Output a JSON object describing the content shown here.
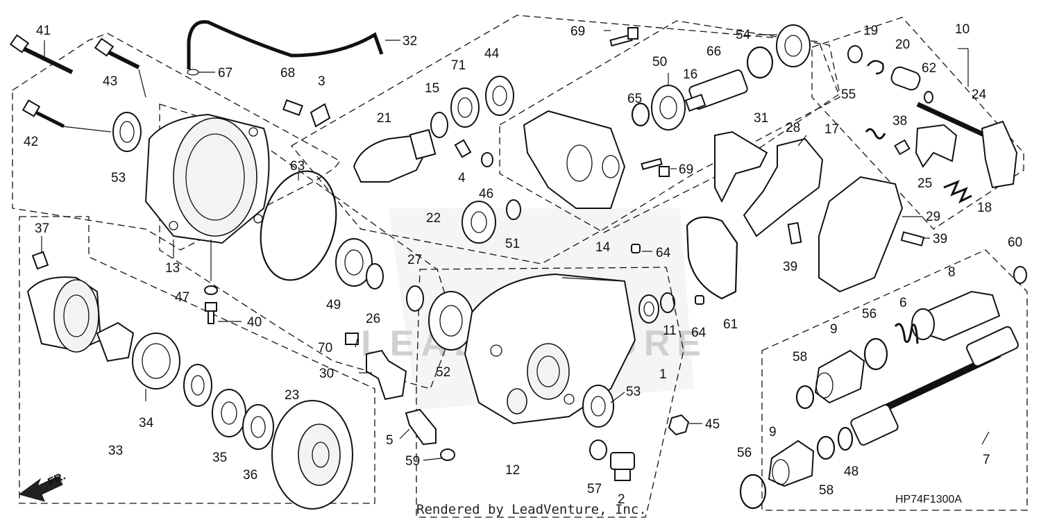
{
  "diagram": {
    "footer_text": "Rendered by LeadVenture, Inc.",
    "diagram_code": "HP74F1300A",
    "front_arrow_label": "FR.",
    "watermark_text": "LEADVENTURE",
    "callouts": [
      {
        "id": "c41",
        "text": "41"
      },
      {
        "id": "c43",
        "text": "43"
      },
      {
        "id": "c42",
        "text": "42"
      },
      {
        "id": "c53a",
        "text": "53"
      },
      {
        "id": "c32",
        "text": "32"
      },
      {
        "id": "c67",
        "text": "67"
      },
      {
        "id": "c68",
        "text": "68"
      },
      {
        "id": "c3",
        "text": "3"
      },
      {
        "id": "c13",
        "text": "13"
      },
      {
        "id": "c47",
        "text": "47"
      },
      {
        "id": "c40",
        "text": "40"
      },
      {
        "id": "c63",
        "text": "63"
      },
      {
        "id": "c49",
        "text": "49"
      },
      {
        "id": "c26",
        "text": "26"
      },
      {
        "id": "c27",
        "text": "27"
      },
      {
        "id": "c37",
        "text": "37"
      },
      {
        "id": "c33",
        "text": "33"
      },
      {
        "id": "c34",
        "text": "34"
      },
      {
        "id": "c35",
        "text": "35"
      },
      {
        "id": "c36",
        "text": "36"
      },
      {
        "id": "c23",
        "text": "23"
      },
      {
        "id": "c70",
        "text": "70"
      },
      {
        "id": "c30",
        "text": "30"
      },
      {
        "id": "c5",
        "text": "5"
      },
      {
        "id": "c59",
        "text": "59"
      },
      {
        "id": "c52",
        "text": "52"
      },
      {
        "id": "c12",
        "text": "12"
      },
      {
        "id": "c57",
        "text": "57"
      },
      {
        "id": "c2",
        "text": "2"
      },
      {
        "id": "c53b",
        "text": "53"
      },
      {
        "id": "c45",
        "text": "45"
      },
      {
        "id": "c1",
        "text": "1"
      },
      {
        "id": "c11",
        "text": "11"
      },
      {
        "id": "c15",
        "text": "15"
      },
      {
        "id": "c71",
        "text": "71"
      },
      {
        "id": "c44",
        "text": "44"
      },
      {
        "id": "c21",
        "text": "21"
      },
      {
        "id": "c4",
        "text": "4"
      },
      {
        "id": "c46",
        "text": "46"
      },
      {
        "id": "c22",
        "text": "22"
      },
      {
        "id": "c51",
        "text": "51"
      },
      {
        "id": "c69a",
        "text": "69"
      },
      {
        "id": "c54",
        "text": "54"
      },
      {
        "id": "c66",
        "text": "66"
      },
      {
        "id": "c50",
        "text": "50"
      },
      {
        "id": "c16",
        "text": "16"
      },
      {
        "id": "c65",
        "text": "65"
      },
      {
        "id": "c69b",
        "text": "69"
      },
      {
        "id": "c14",
        "text": "14"
      },
      {
        "id": "c64a",
        "text": "64"
      },
      {
        "id": "c64b",
        "text": "64"
      },
      {
        "id": "c61",
        "text": "61"
      },
      {
        "id": "c31",
        "text": "31"
      },
      {
        "id": "c28",
        "text": "28"
      },
      {
        "id": "c39a",
        "text": "39"
      },
      {
        "id": "c55",
        "text": "55"
      },
      {
        "id": "c19",
        "text": "19"
      },
      {
        "id": "c20",
        "text": "20"
      },
      {
        "id": "c10",
        "text": "10"
      },
      {
        "id": "c62",
        "text": "62"
      },
      {
        "id": "c24",
        "text": "24"
      },
      {
        "id": "c17",
        "text": "17"
      },
      {
        "id": "c38",
        "text": "38"
      },
      {
        "id": "c25",
        "text": "25"
      },
      {
        "id": "c18",
        "text": "18"
      },
      {
        "id": "c29",
        "text": "29"
      },
      {
        "id": "c39b",
        "text": "39"
      },
      {
        "id": "c60",
        "text": "60"
      },
      {
        "id": "c8",
        "text": "8"
      },
      {
        "id": "c56a",
        "text": "56"
      },
      {
        "id": "c6",
        "text": "6"
      },
      {
        "id": "c9a",
        "text": "9"
      },
      {
        "id": "c58a",
        "text": "58"
      },
      {
        "id": "c7",
        "text": "7"
      },
      {
        "id": "c9b",
        "text": "9"
      },
      {
        "id": "c56b",
        "text": "56"
      },
      {
        "id": "c58b",
        "text": "58"
      },
      {
        "id": "c48",
        "text": "48"
      }
    ]
  }
}
